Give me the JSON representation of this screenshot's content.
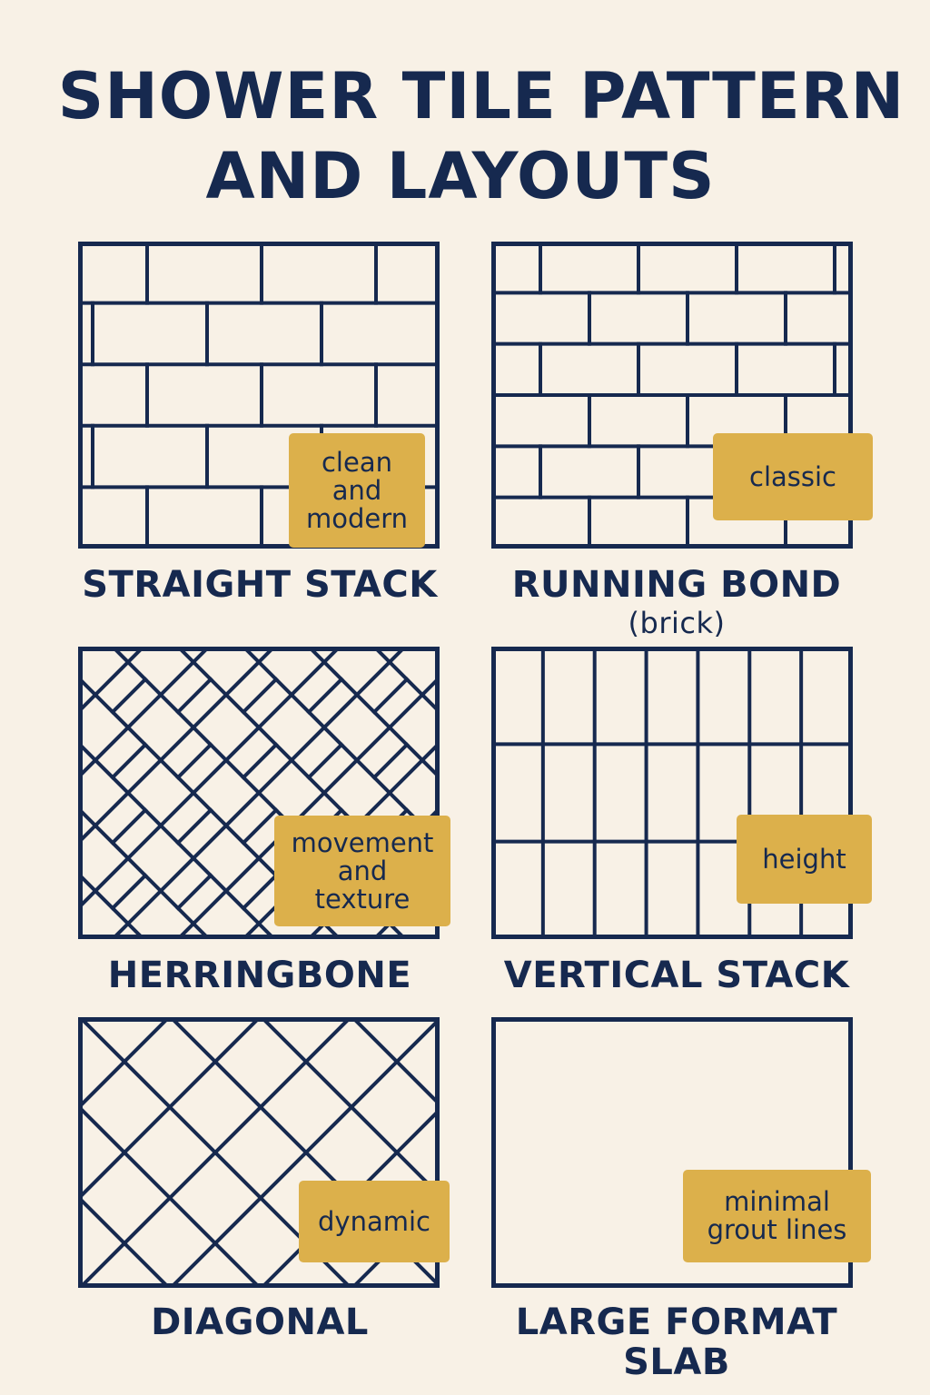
{
  "title": {
    "line1": "SHOWER TILE PATTERN",
    "line2": "AND LAYOUTS"
  },
  "colors": {
    "background": "#f8f1e6",
    "ink": "#16294f",
    "tag": "#dcb04b"
  },
  "patterns": [
    {
      "id": "straight-stack",
      "name": "STRAIGHT STACK",
      "tag_lines": [
        "clean",
        "and",
        "modern"
      ]
    },
    {
      "id": "running-bond",
      "name": "RUNNING BOND",
      "sub": "(brick)",
      "tag_lines": [
        "classic"
      ]
    },
    {
      "id": "herringbone",
      "name": "HERRINGBONE",
      "tag_lines": [
        "movement",
        "and",
        "texture"
      ]
    },
    {
      "id": "vertical-stack",
      "name": "VERTICAL STACK",
      "tag_lines": [
        "height"
      ]
    },
    {
      "id": "diagonal",
      "name": "DIAGONAL",
      "tag_lines": [
        "dynamic"
      ]
    },
    {
      "id": "large-format-slab",
      "name_lines": [
        "LARGE FORMAT",
        "SLAB"
      ],
      "tag_lines": [
        "minimal",
        "grout lines"
      ]
    }
  ]
}
